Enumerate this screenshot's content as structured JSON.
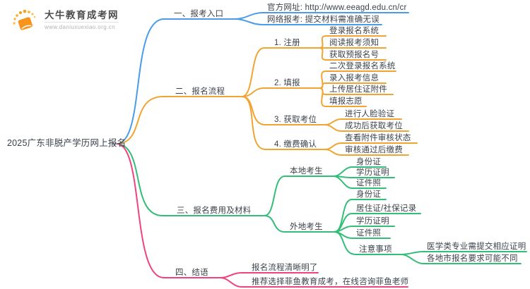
{
  "logo": {
    "title": "大牛教育成考网",
    "url": "www.daniuxuexiao.org.cn",
    "icon": "book-sun-icon"
  },
  "root": {
    "label": "2025广东非脱产学历网上报名"
  },
  "colors": {
    "branch1_blue": "#4A9BE8",
    "branch2_orange": "#F0A532",
    "branch3_green": "#32BD78",
    "branch4_pink": "#F0437E",
    "text": "#3C434B",
    "logo_orange": "#F7941E"
  },
  "branch1": {
    "label": "一、报考入口",
    "children": [
      "官方网址: http://www.eeagd.edu.cn/cr",
      "网络报考: 提交材料需准确无误"
    ]
  },
  "branch2": {
    "label": "二、报名流程",
    "steps": [
      {
        "label": "1. 注册",
        "items": [
          "登录报名系统",
          "阅读报考须知",
          "获取预报名号"
        ]
      },
      {
        "label": "2. 填报",
        "items": [
          "二次登录报名系统",
          "录入报考信息",
          "上传居住证附件",
          "填报志愿"
        ]
      },
      {
        "label": "3. 获取考位",
        "items": [
          "进行人脸验证",
          "成功后获取考位"
        ]
      },
      {
        "label": "4. 缴费确认",
        "items": [
          "查看附件审核状态",
          "审核通过后缴费"
        ]
      }
    ]
  },
  "branch3": {
    "label": "三、报名费用及材料",
    "groups": [
      {
        "label": "本地考生",
        "items": [
          "身份证",
          "学历证明",
          "证件照"
        ]
      },
      {
        "label": "外地考生",
        "items": [
          "身份证",
          "居住证/社保记录",
          "学历证明",
          "证件照"
        ]
      },
      {
        "label": "注意事项",
        "items": [
          "医学类专业需提交相应证明",
          "各地市报名要求可能不同"
        ]
      }
    ]
  },
  "branch4": {
    "label": "四、结语",
    "children": [
      "报名流程清晰明了",
      "推荐选择菲鱼教育成考，在线咨询菲鱼老师"
    ]
  }
}
